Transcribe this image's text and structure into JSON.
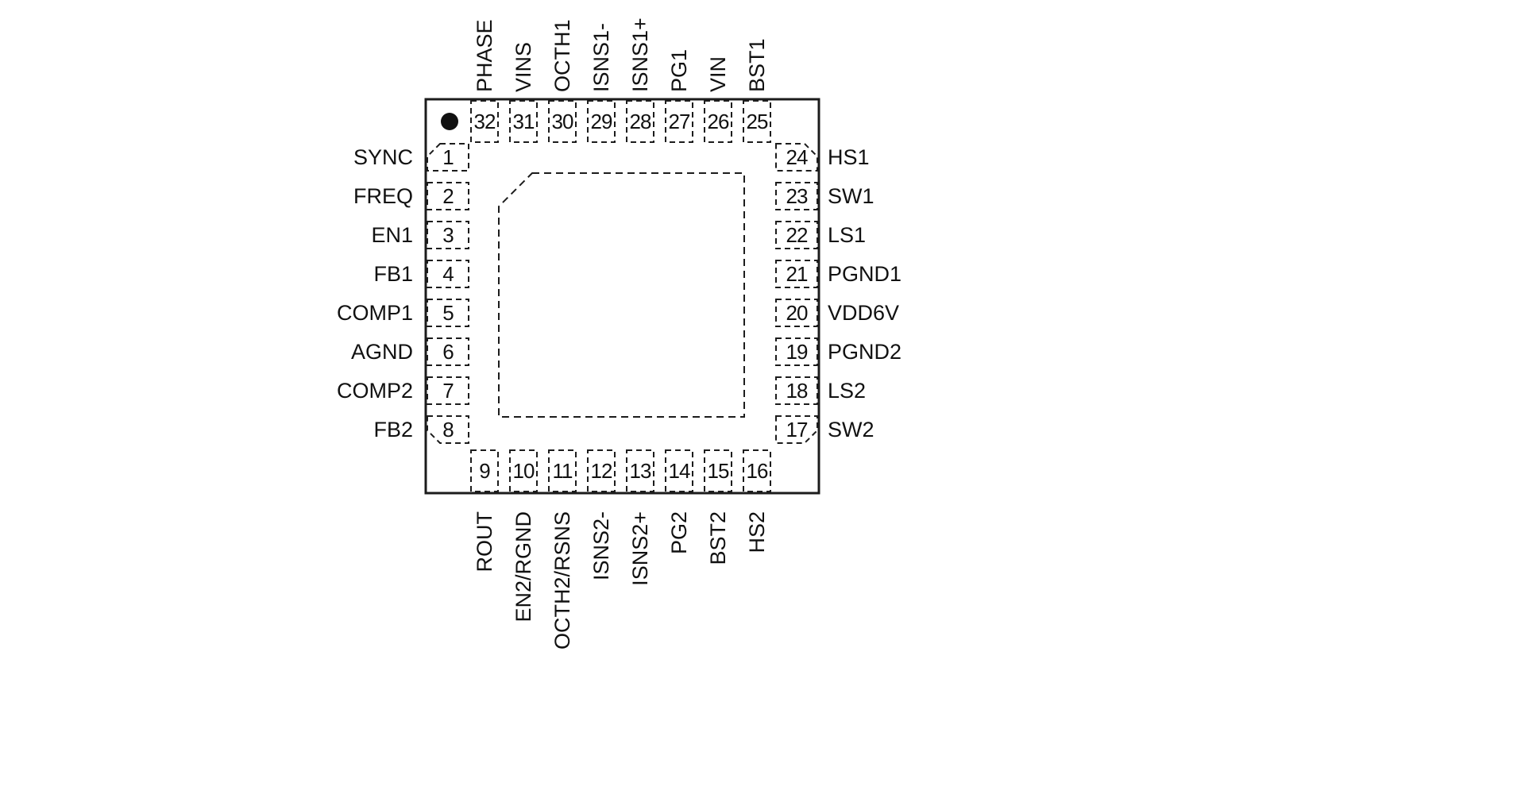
{
  "page": {
    "background": "#ffffff",
    "line_color": "#1c1c1c",
    "text_color": "#111111"
  },
  "diagram": {
    "type": "ic-pinout",
    "package": {
      "shape": "square-qfn",
      "pin_count": 32,
      "pin1_indicator": "filled-dot",
      "thermal_pad": "dashed-chamfered-square"
    },
    "pins": {
      "top": [
        {
          "num": "32",
          "label": "PHASE"
        },
        {
          "num": "31",
          "label": "VINS"
        },
        {
          "num": "30",
          "label": "OCTH1"
        },
        {
          "num": "29",
          "label": "ISNS1-"
        },
        {
          "num": "28",
          "label": "ISNS1+"
        },
        {
          "num": "27",
          "label": "PG1"
        },
        {
          "num": "26",
          "label": "VIN"
        },
        {
          "num": "25",
          "label": "BST1"
        }
      ],
      "right": [
        {
          "num": "24",
          "label": "HS1"
        },
        {
          "num": "23",
          "label": "SW1"
        },
        {
          "num": "22",
          "label": "LS1"
        },
        {
          "num": "21",
          "label": "PGND1"
        },
        {
          "num": "20",
          "label": "VDD6V"
        },
        {
          "num": "19",
          "label": "PGND2"
        },
        {
          "num": "18",
          "label": "LS2"
        },
        {
          "num": "17",
          "label": "SW2"
        }
      ],
      "bottom": [
        {
          "num": "9",
          "label": "ROUT"
        },
        {
          "num": "10",
          "label": "EN2/RGND"
        },
        {
          "num": "11",
          "label": "OCTH2/RSNS"
        },
        {
          "num": "12",
          "label": "ISNS2-"
        },
        {
          "num": "13",
          "label": "ISNS2+"
        },
        {
          "num": "14",
          "label": "PG2"
        },
        {
          "num": "15",
          "label": "BST2"
        },
        {
          "num": "16",
          "label": "HS2"
        }
      ],
      "left": [
        {
          "num": "1",
          "label": "SYNC"
        },
        {
          "num": "2",
          "label": "FREQ"
        },
        {
          "num": "3",
          "label": "EN1"
        },
        {
          "num": "4",
          "label": "FB1"
        },
        {
          "num": "5",
          "label": "COMP1"
        },
        {
          "num": "6",
          "label": "AGND"
        },
        {
          "num": "7",
          "label": "COMP2"
        },
        {
          "num": "8",
          "label": "FB2"
        }
      ]
    }
  }
}
